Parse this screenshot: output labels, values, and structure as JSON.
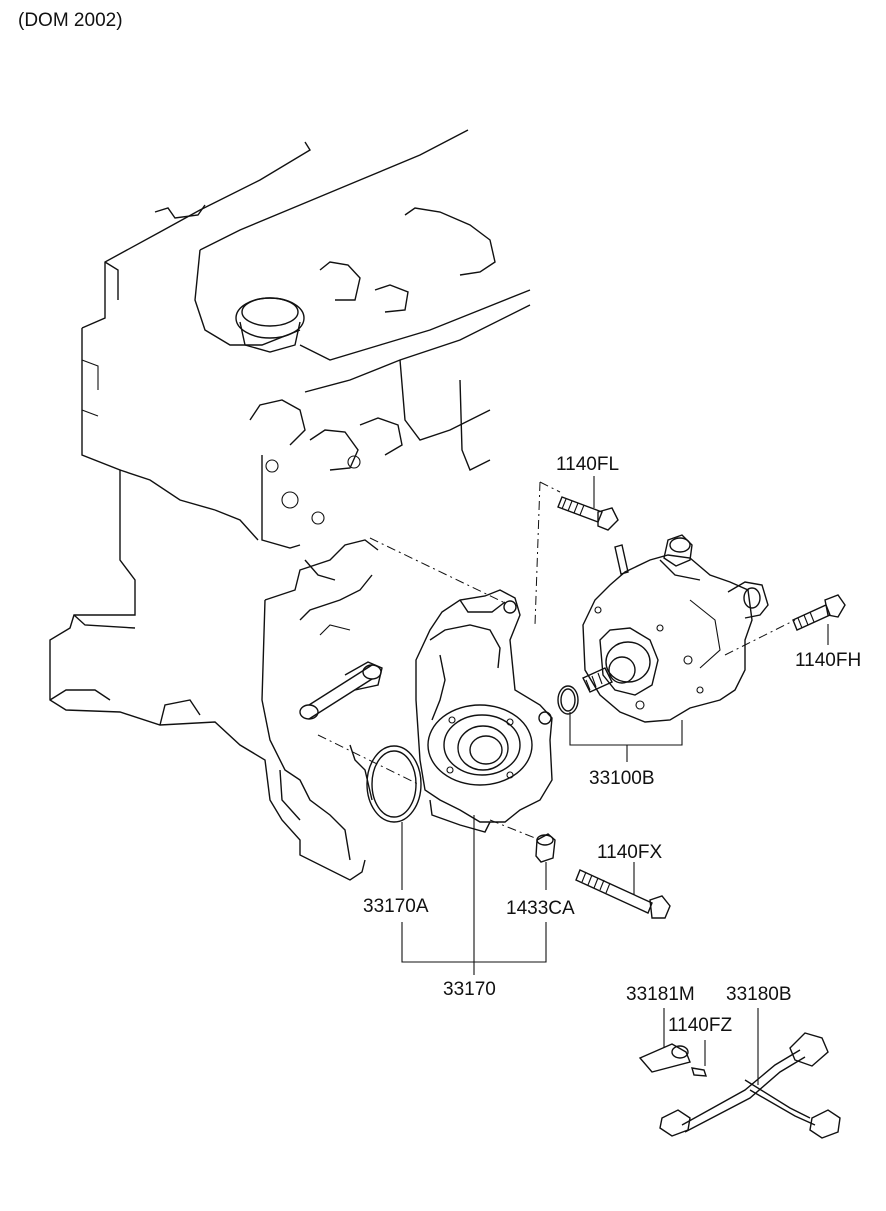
{
  "header": {
    "caption": "(DOM 2002)"
  },
  "labels": {
    "p1140FL": "1140FL",
    "p1140FH": "1140FH",
    "p33100B": "33100B",
    "p1140FX": "1140FX",
    "p33170A": "33170A",
    "p1433CA": "1433CA",
    "p33170": "33170",
    "p33181M": "33181M",
    "p33180B": "33180B",
    "p1140FZ": "1140FZ"
  }
}
